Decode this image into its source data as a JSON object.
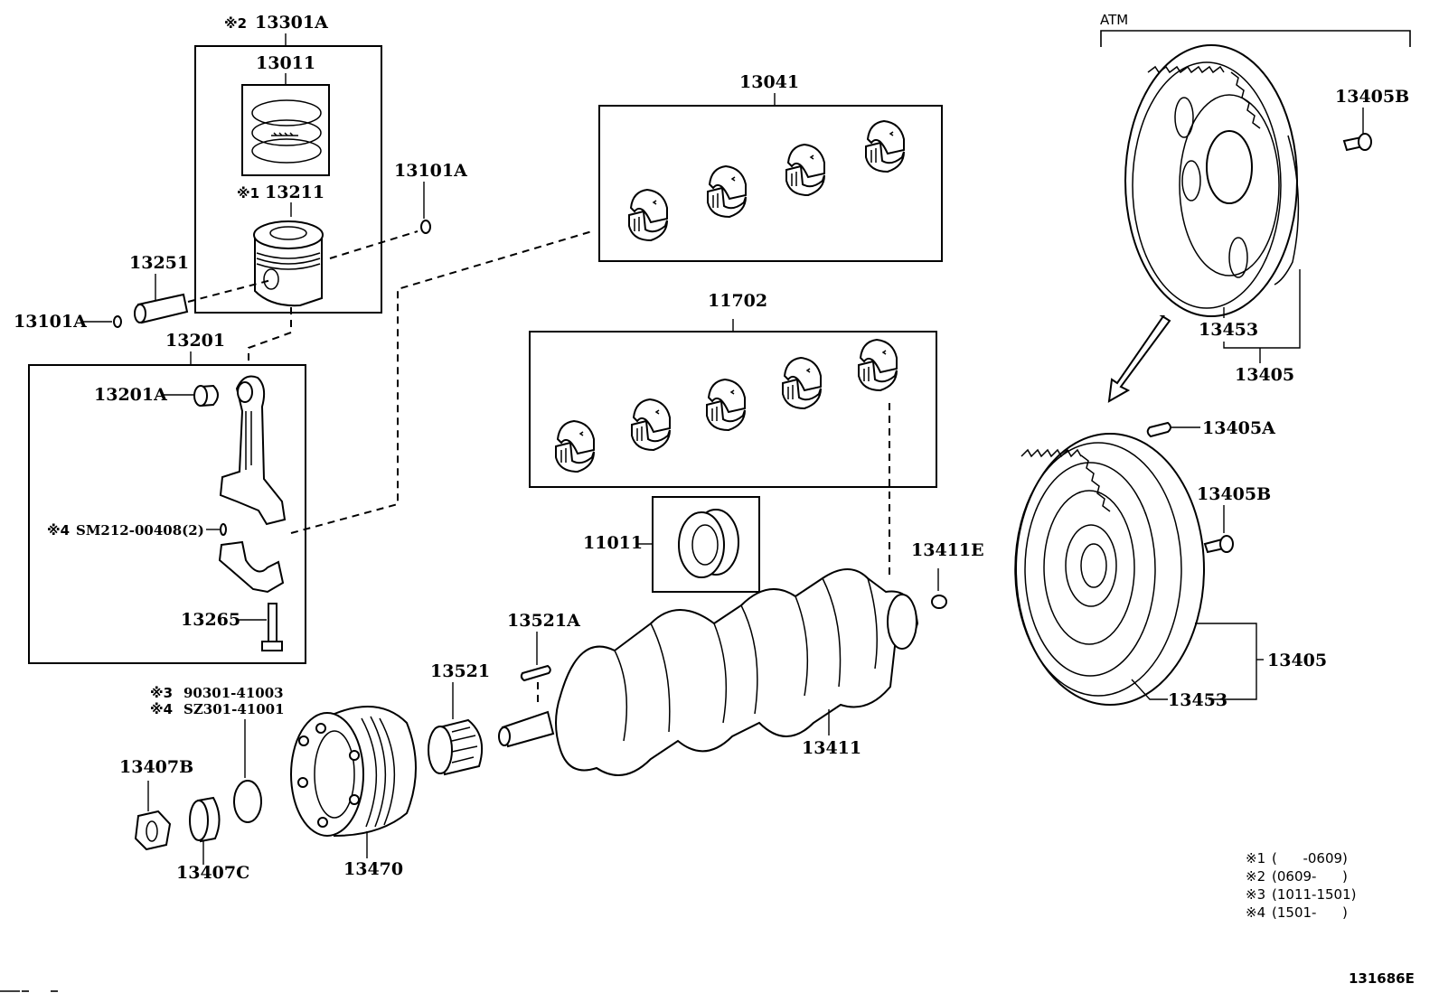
{
  "diagram": {
    "title_code": "131686E",
    "group_label": "ATM",
    "labels": {
      "piston_set": "13301A",
      "piston_set_note": "※2",
      "ring_set": "13011",
      "piston": "13211",
      "piston_note": "※1",
      "snap_ring_right": "13101A",
      "snap_ring_left": "13101A",
      "piston_pin": "13251",
      "conrod_assy": "13201",
      "conrod_bushing": "13201A",
      "conrod_nut": "SM212-00408(2)",
      "conrod_nut_note": "※4",
      "conrod_bolt": "13265",
      "conrod_bearing": "13041",
      "main_bearing": "11702",
      "thrust_washer": "11011",
      "crank_key": "13521A",
      "crank_gear": "13521",
      "crankshaft": "13411",
      "pilot_bearing": "13411E",
      "pulley": "13470",
      "oil_seal_note3": "※3",
      "oil_seal_part3": "90301-41003",
      "oil_seal_note4": "※4",
      "oil_seal_part4": "SZ301-41001",
      "pulley_nut": "13407B",
      "pulley_washer": "13407C",
      "drive_plate_bolt_top": "13405B",
      "ring_gear_top": "13453",
      "drive_plate_top": "13405",
      "flywheel_pin": "13405A",
      "flywheel_bolt": "13405B",
      "flywheel_assy": "13405",
      "flywheel_ring_gear": "13453"
    },
    "legend": [
      {
        "mark": "※1",
        "range": "(      -0609)"
      },
      {
        "mark": "※2",
        "range": "(0609-      )"
      },
      {
        "mark": "※3",
        "range": "(1011-1501)"
      },
      {
        "mark": "※4",
        "range": "(1501-      )"
      }
    ]
  }
}
